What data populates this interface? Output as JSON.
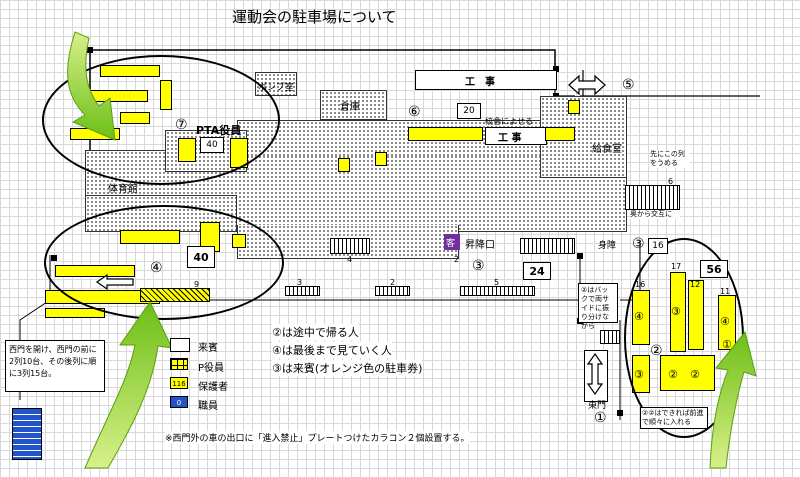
{
  "title": "運動会の駐車場について",
  "areas": {
    "pump_room": "ポンプ室",
    "warehouse": "倉庫",
    "construction_top": "工　事",
    "construction_mid": "工 事",
    "align_to_school": "校舎によせる",
    "lunch_room": "給食室",
    "gym": "体育館",
    "pta": "PTA役員",
    "entrance": "昇降口",
    "staff_room": "身障",
    "east_gate": "東門",
    "front_first": "先にこの列をうめる",
    "alternate": "奥から交互に",
    "back_note": "②はバックで両サイドに振り分けながら",
    "order_note": "②②はできれば前進で順々に入れる",
    "guest_mark": "客"
  },
  "circled": {
    "c1": "①",
    "c2": "②",
    "c3": "③",
    "c3b": "③",
    "c3c": "③",
    "c4": "④",
    "c5": "⑤",
    "c6": "⑥",
    "c7": "⑦",
    "s4a": "④",
    "s3a": "③",
    "s4b": "④",
    "s3b": "③",
    "s2a": "②",
    "s2b": "②",
    "s1a": "①"
  },
  "counts": {
    "n40_top": "40",
    "n20": "20",
    "n40_mid": "40",
    "n24": "24",
    "n16": "16",
    "n56": "56",
    "n9": "9",
    "n4": "4",
    "n2a": "2",
    "n2b": "2",
    "n3": "3",
    "n5": "5",
    "n16b": "16",
    "n17": "17",
    "n12": "12",
    "n11": "11",
    "n6": "6"
  },
  "rules": {
    "r2": "②は途中で帰る人",
    "r4": "④は最後まで見ていく人",
    "r3": "③は来賓(オレンジ色の駐車券)"
  },
  "legend": {
    "guest": "来賓",
    "p_staff": "P役員",
    "guardian": "保護者",
    "guardian_tag": "116",
    "staff": "職員",
    "staff_tag": "0"
  },
  "note_box": "西門を開け、西門の前に2列10台、その後列に順に3列15台。",
  "footer_note": "※西門外の車の出口に「進入禁止」プレートつけたカラコン２個設置する。",
  "colors": {
    "yellow": "#ffff00",
    "arrow_green": "#99dd22",
    "purple": "#7030a0",
    "blue": "#2255cc"
  }
}
